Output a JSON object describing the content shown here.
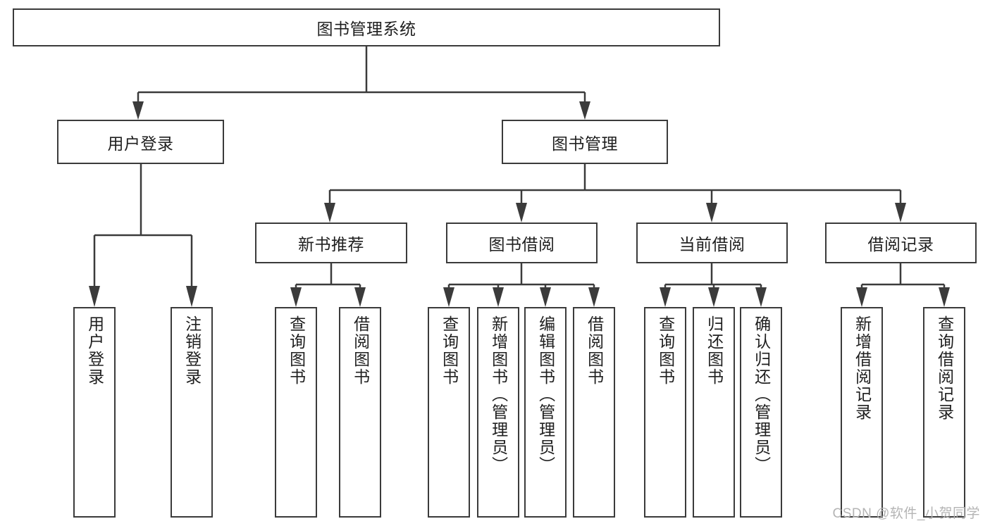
{
  "diagram": {
    "type": "tree-hierarchy",
    "title": "图书管理系统",
    "orientation": "top-down",
    "colors": {
      "stroke": "#3b3b3b",
      "box_fill": "#ffffff",
      "text": "#1f1f1f",
      "watermark": "#b4b4b4"
    },
    "root": {
      "label": "图书管理系统"
    },
    "level2": [
      {
        "id": "user-login",
        "label": "用户登录"
      },
      {
        "id": "book-manage",
        "label": "图书管理"
      }
    ],
    "level3": [
      {
        "id": "new-book-rec",
        "label": "新书推荐"
      },
      {
        "id": "book-borrow",
        "label": "图书借阅"
      },
      {
        "id": "current-borrow",
        "label": "当前借阅"
      },
      {
        "id": "borrow-record",
        "label": "借阅记录"
      }
    ],
    "leaves": {
      "user_login": [
        {
          "id": "leaf-user-login",
          "label": "用户登录"
        },
        {
          "id": "leaf-logout-login",
          "label": "注销登录"
        }
      ],
      "new_book_rec": [
        {
          "id": "leaf-query-book-1",
          "label": "查询图书"
        },
        {
          "id": "leaf-borrow-book-1",
          "label": "借阅图书"
        }
      ],
      "book_borrow": [
        {
          "id": "leaf-query-book-2",
          "label": "查询图书"
        },
        {
          "id": "leaf-add-book",
          "label": "新增图书（管理员）"
        },
        {
          "id": "leaf-edit-book",
          "label": "编辑图书（管理员）"
        },
        {
          "id": "leaf-borrow-book-2",
          "label": "借阅图书"
        }
      ],
      "current_borrow": [
        {
          "id": "leaf-query-book-3",
          "label": "查询图书"
        },
        {
          "id": "leaf-return-book",
          "label": "归还图书"
        },
        {
          "id": "leaf-confirm-return",
          "label": "确认归还（管理员）"
        }
      ],
      "borrow_record": [
        {
          "id": "leaf-add-record",
          "label": "新增借阅记录"
        },
        {
          "id": "leaf-query-record",
          "label": "查询借阅记录"
        }
      ]
    }
  },
  "watermark": {
    "text": "CSDN @软件_小贺同学"
  }
}
